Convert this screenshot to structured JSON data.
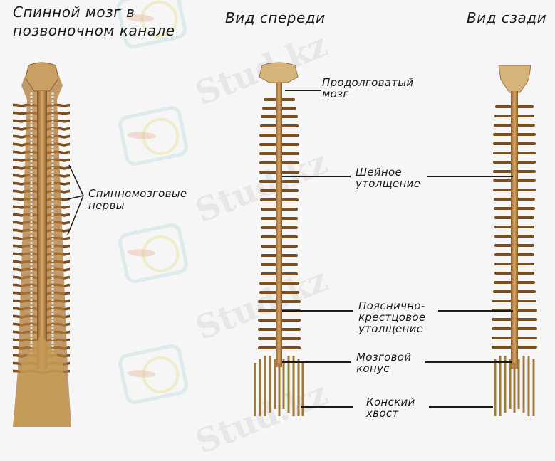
{
  "figure": {
    "panels": [
      {
        "id": "in-canal",
        "title_line1": "Спинной мозг в",
        "title_line2": "позвоночном канале"
      },
      {
        "id": "front",
        "title": "Вид спереди"
      },
      {
        "id": "back",
        "title": "Вид сзади"
      }
    ],
    "labels": {
      "spinal_nerves_1": "Спинномозговые",
      "spinal_nerves_2": "нервы",
      "medulla_1": "Продолговатый",
      "medulla_2": "мозг",
      "cervical_1": "Шейное",
      "cervical_2": "утолщение",
      "lumbosacral_1": "Пояснично-",
      "lumbosacral_2": "крестцовое",
      "lumbosacral_3": "утолщение",
      "conus_1": "Мозговой",
      "conus_2": "конус",
      "cauda_1": "Конский",
      "cauda_2": "хвост"
    },
    "watermark": "Stud.kz",
    "colors": {
      "background": "#f5f6f5",
      "text": "#1a1a1a",
      "cord": "#a8702e",
      "nerve": "#8a5a24",
      "bone": "#c9a063"
    }
  }
}
